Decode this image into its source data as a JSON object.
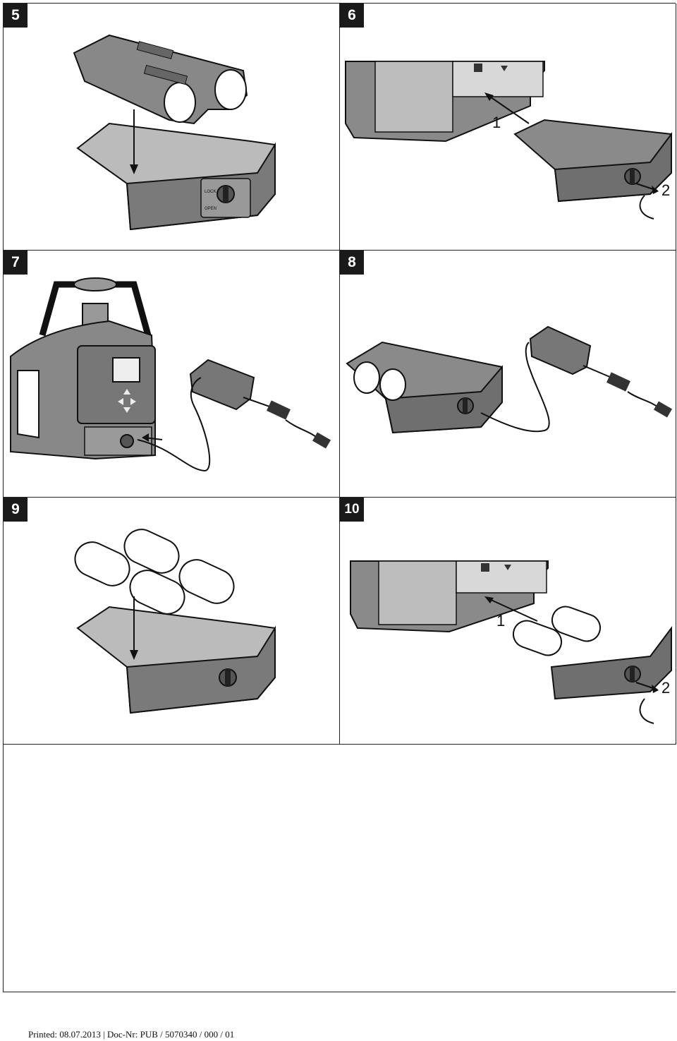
{
  "figures": [
    {
      "number": "5"
    },
    {
      "number": "6",
      "callouts": [
        "1",
        "2"
      ]
    },
    {
      "number": "7"
    },
    {
      "number": "8"
    },
    {
      "number": "9"
    },
    {
      "number": "10",
      "callouts": [
        "1",
        "2"
      ]
    }
  ],
  "device_labels": {
    "lock": "LOCK",
    "open": "OPEN"
  },
  "footer": "Printed: 08.07.2013 | Doc-Nr: PUB / 5070340 / 000 / 01"
}
